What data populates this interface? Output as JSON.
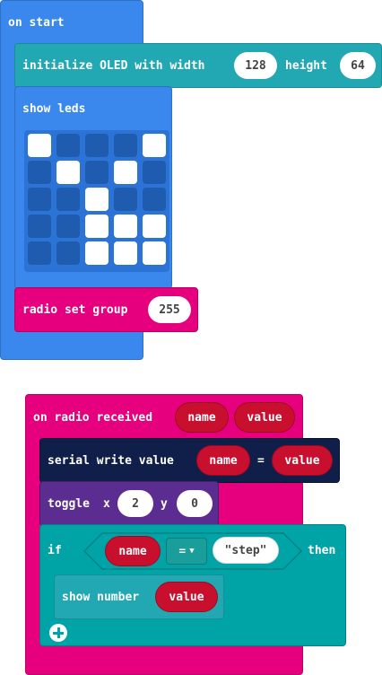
{
  "colors": {
    "basic": "#3a87ee",
    "oled": "#22a8b3",
    "radio": "#e6007e",
    "serial": "#0f1f4a",
    "led": "#5c2d91",
    "logic": "#00a4a6",
    "variable": "#c8102e"
  },
  "on_start": {
    "label": "on start",
    "oled_init": {
      "label": "initialize OLED with width",
      "width": "128",
      "height_label": "height",
      "height": "64"
    },
    "show_leds": {
      "label": "show leds",
      "grid": [
        [
          1,
          0,
          0,
          0,
          1
        ],
        [
          0,
          1,
          0,
          1,
          0
        ],
        [
          0,
          0,
          1,
          0,
          0
        ],
        [
          0,
          0,
          1,
          1,
          1
        ],
        [
          0,
          0,
          1,
          1,
          1
        ]
      ]
    },
    "radio_group": {
      "label": "radio set group",
      "value": "255"
    }
  },
  "on_radio": {
    "label": "on radio received",
    "param_name": "name",
    "param_value": "value",
    "serial": {
      "label": "serial write value",
      "name": "name",
      "equals": "=",
      "value": "value"
    },
    "toggle": {
      "label": "toggle",
      "x_label": "x",
      "x": "2",
      "y_label": "y",
      "y": "0"
    },
    "if_block": {
      "if_label": "if",
      "left": "name",
      "operator": "=",
      "right": "\"step\"",
      "then_label": "then",
      "show_number": {
        "label": "show number",
        "value": "value"
      }
    }
  }
}
